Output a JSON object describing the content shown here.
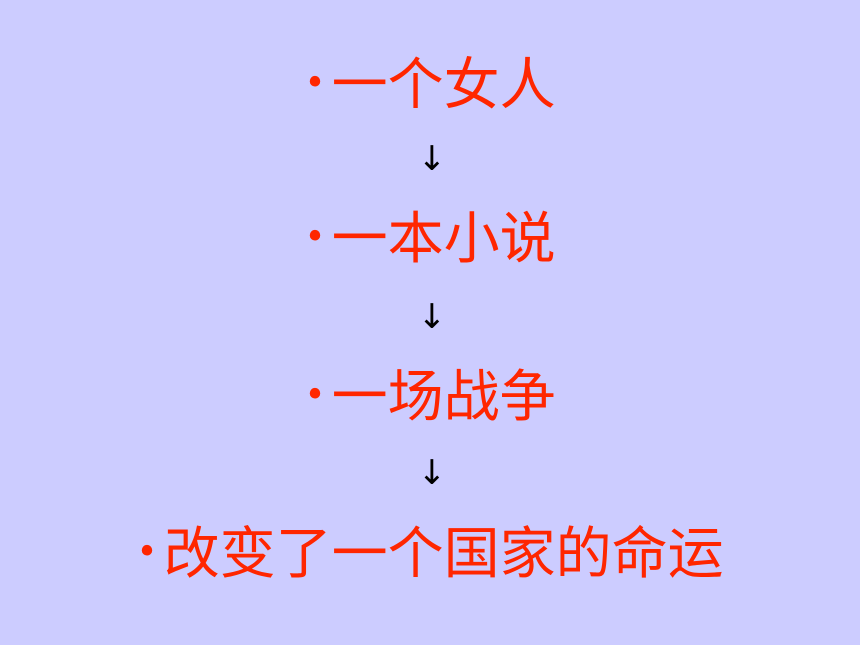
{
  "slide": {
    "bullet": "•",
    "arrow": "↓",
    "items": [
      "一个女人",
      "一本小说",
      "一场战争",
      "改变了一个国家的命运"
    ],
    "colors": {
      "background": "#ccccff",
      "item_text": "#ff2600",
      "arrow": "#000000"
    }
  }
}
